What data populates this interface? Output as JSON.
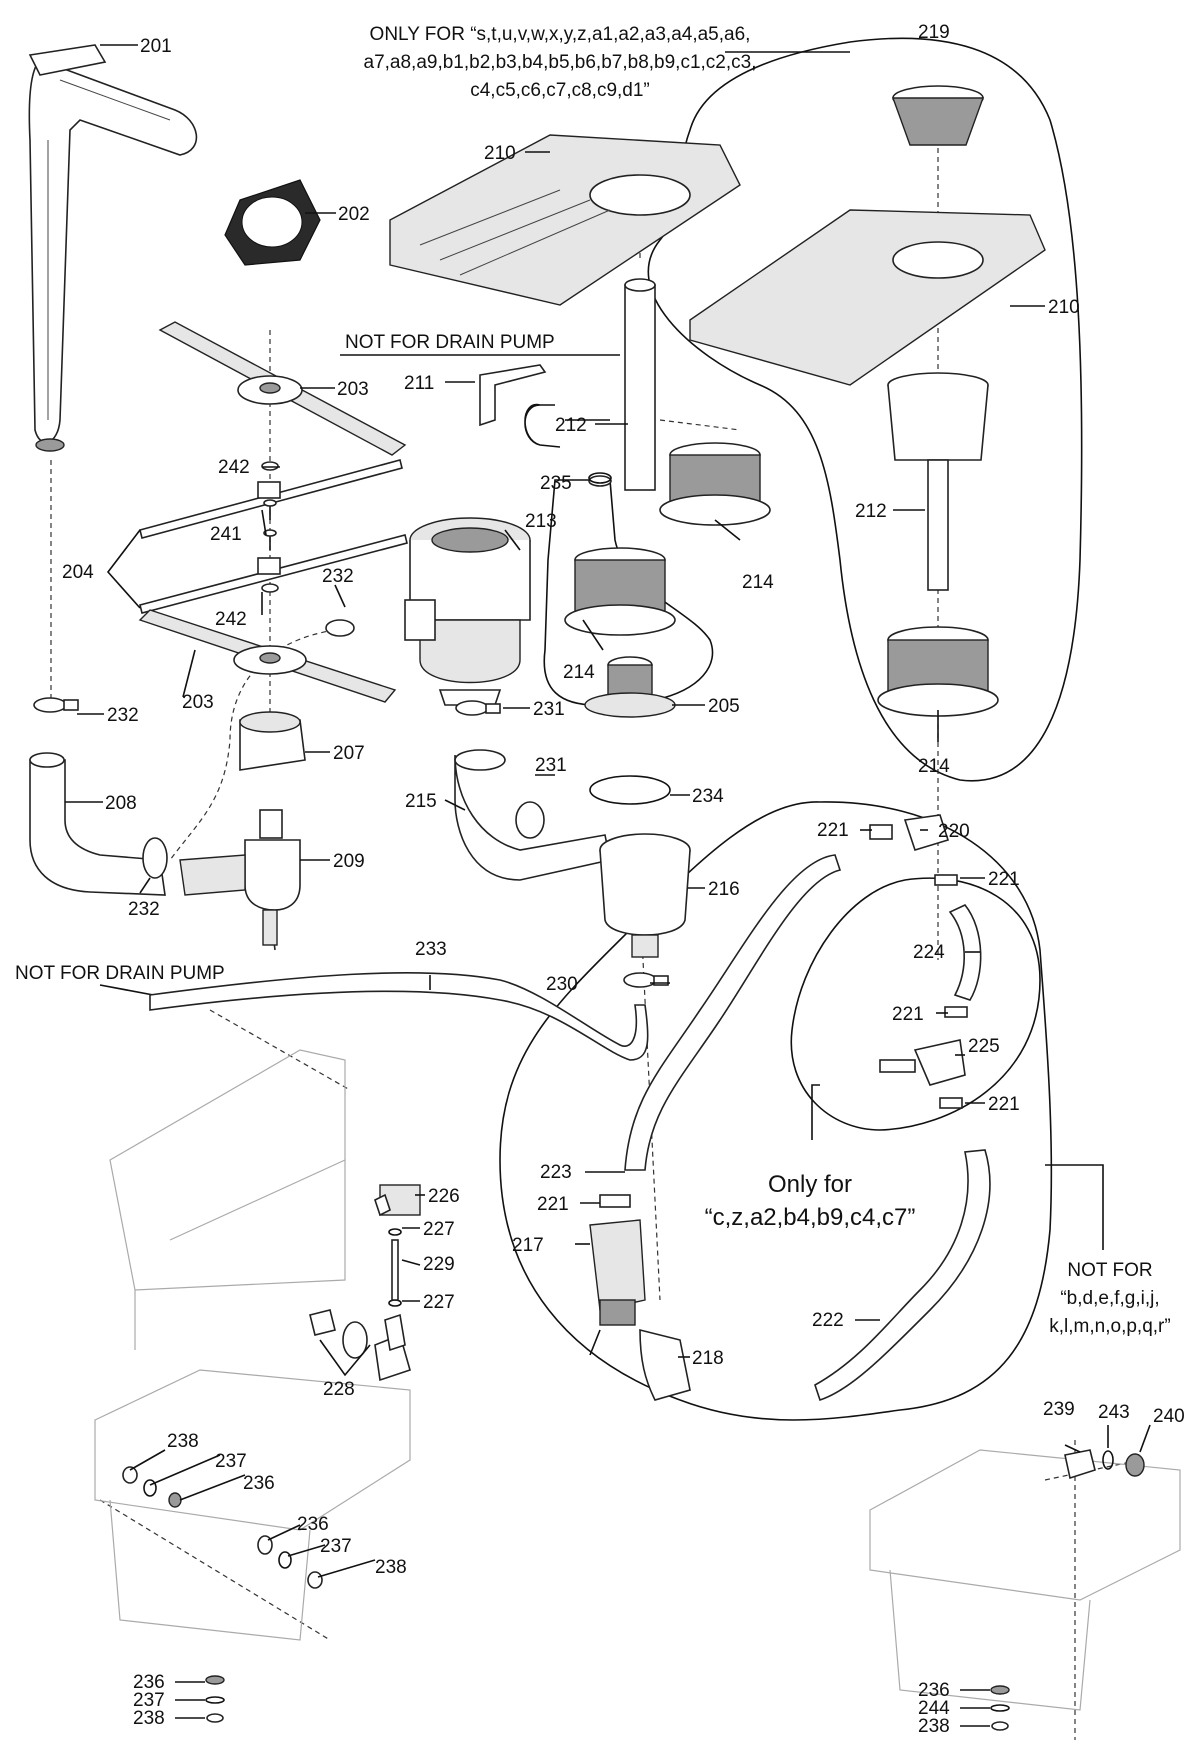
{
  "captions": {
    "only_for_top": [
      "ONLY FOR “s,t,u,v,w,x,y,z,a1,a2,a3,a4,a5,a6,",
      "a7,a8,a9,b1,b2,b3,b4,b5,b6,b7,b8,b9,c1,c2,c3,",
      "c4,c5,c6,c7,c8,c9,d1”"
    ],
    "not_for_drain_pump_1": "NOT FOR DRAIN PUMP",
    "not_for_drain_pump_2": "NOT FOR DRAIN PUMP",
    "only_for_small_title": "Only for",
    "only_for_small_list": "“c,z,a2,b4,b9,c4,c7”",
    "not_for_right": [
      "NOT FOR",
      "“b,d,e,f,g,i,j,",
      "k,l,m,n,o,p,q,r”"
    ]
  },
  "callouts": {
    "c201": "201",
    "c202": "202",
    "c203a": "203",
    "c203b": "203",
    "c204": "204",
    "c205": "205",
    "c207": "207",
    "c208": "208",
    "c209": "209",
    "c210a": "210",
    "c210b": "210",
    "c211": "211",
    "c212a": "212",
    "c212b": "212",
    "c213": "213",
    "c214a": "214",
    "c214b": "214",
    "c214c": "214",
    "c215": "215",
    "c216": "216",
    "c217": "217",
    "c218": "218",
    "c219": "219",
    "c220": "220",
    "c221a": "221",
    "c221b": "221",
    "c221c": "221",
    "c221d": "221",
    "c221e": "221",
    "c222": "222",
    "c223": "223",
    "c224": "224",
    "c225": "225",
    "c226": "226",
    "c227a": "227",
    "c227b": "227",
    "c228": "228",
    "c229": "229",
    "c230": "230",
    "c231a": "231",
    "c231b": "231",
    "c232a": "232",
    "c232b": "232",
    "c232c": "232",
    "c233": "233",
    "c234": "234",
    "c235": "235",
    "c236a": "236",
    "c236b": "236",
    "c236c": "236",
    "c236d": "236",
    "c237a": "237",
    "c237b": "237",
    "c237c": "237",
    "c238a": "238",
    "c238b": "238",
    "c238c": "238",
    "c238d": "238",
    "c239": "239",
    "c240": "240",
    "c241": "241",
    "c242a": "242",
    "c242b": "242",
    "c243": "243",
    "c244": "244"
  }
}
